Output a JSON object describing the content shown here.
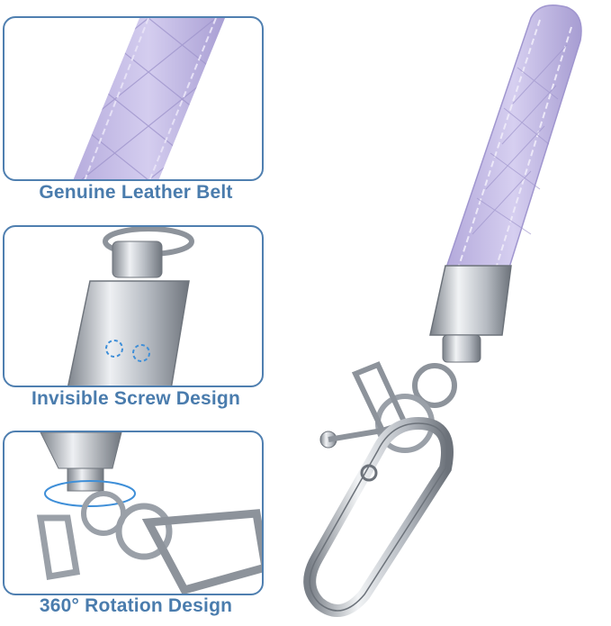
{
  "panels": [
    {
      "caption": "Genuine Leather Belt"
    },
    {
      "caption": "Invisible Screw Design"
    },
    {
      "caption": "360° Rotation Design"
    }
  ],
  "colors": {
    "accent": "#4a7cad",
    "panel_border": "#4f7fb0",
    "leather": "#c7bfe6",
    "leather_dark": "#a89ed3",
    "metal": "#c8ccd2",
    "metal_dark": "#8d939b"
  }
}
